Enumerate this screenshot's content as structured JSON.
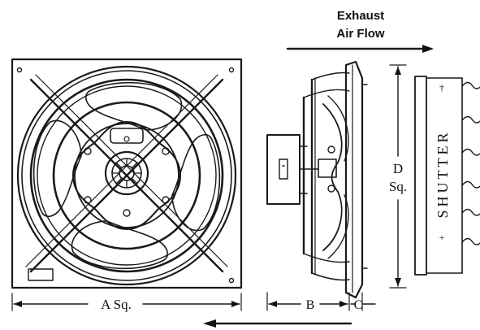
{
  "flow_label": {
    "line1": "Exhaust",
    "line2": "Air Flow"
  },
  "dimensions": {
    "a": "A Sq.",
    "b": "B",
    "c": "C",
    "d_line1": "D",
    "d_line2": "Sq."
  },
  "shutter_text": "SHUTTER",
  "colors": {
    "ink": "#1a1a1a",
    "background": "#ffffff"
  }
}
